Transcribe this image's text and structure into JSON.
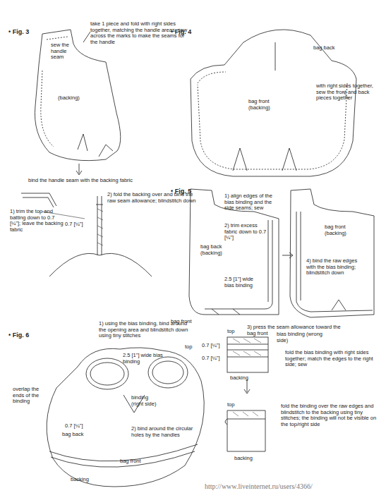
{
  "diagram": {
    "labels": [
      "• Fig. 3",
      "take 1 piece and fold with right sides together, matching the handle areas; sew across the marks to make the seams for the handle",
      "sew the handle seam",
      "(backing)",
      "bind the handle seam with the backing fabric",
      "1) trim the top and batting down to 0.7 [¼\"]; leave the backing fabric",
      "0.7 [¼\"]",
      "2) fold the backing over and bind the raw seam allowance; blindstitch down",
      "• Fig. 4",
      "bag back",
      "bag front (backing)",
      "with right sides together, sew the front and back pieces together",
      "• Fig. 5",
      "1) align edges of the bias binding and the side seams; sew",
      "2) trim excess fabric down to 0.7 [¼\"]",
      "bag back (backing)",
      "bag front",
      "2.5 [1\"] wide bias binding",
      "bag front (backing)",
      "4) bind the raw edges with the bias binding; blindstitch down",
      "3) press the seam allowance toward the bag front",
      "• Fig. 6",
      "1) using the bias binding, bind around the opening area and blindstitch down using tiny stitches",
      "2.5 [1\"] wide bias binding",
      "top",
      "overlap the ends of the binding",
      "0.7 [¼\"]",
      "binding (right side)",
      "2) bind around the circular holes by the handles",
      "bag back",
      "bag front",
      "backing",
      "bias binding (wrong side)",
      "top",
      "0.7 [¼\"]",
      "0.7 [¼\"]",
      "backing",
      "fold the bias binding with right sides together; match the edges to the right side; sew",
      "top",
      "backing",
      "fold the binding over the raw edges and blindstitch to the backing using tiny stitches; the binding will not be visible on the top/right side",
      "http://www.liveinternet.ru/users/4366/"
    ]
  }
}
